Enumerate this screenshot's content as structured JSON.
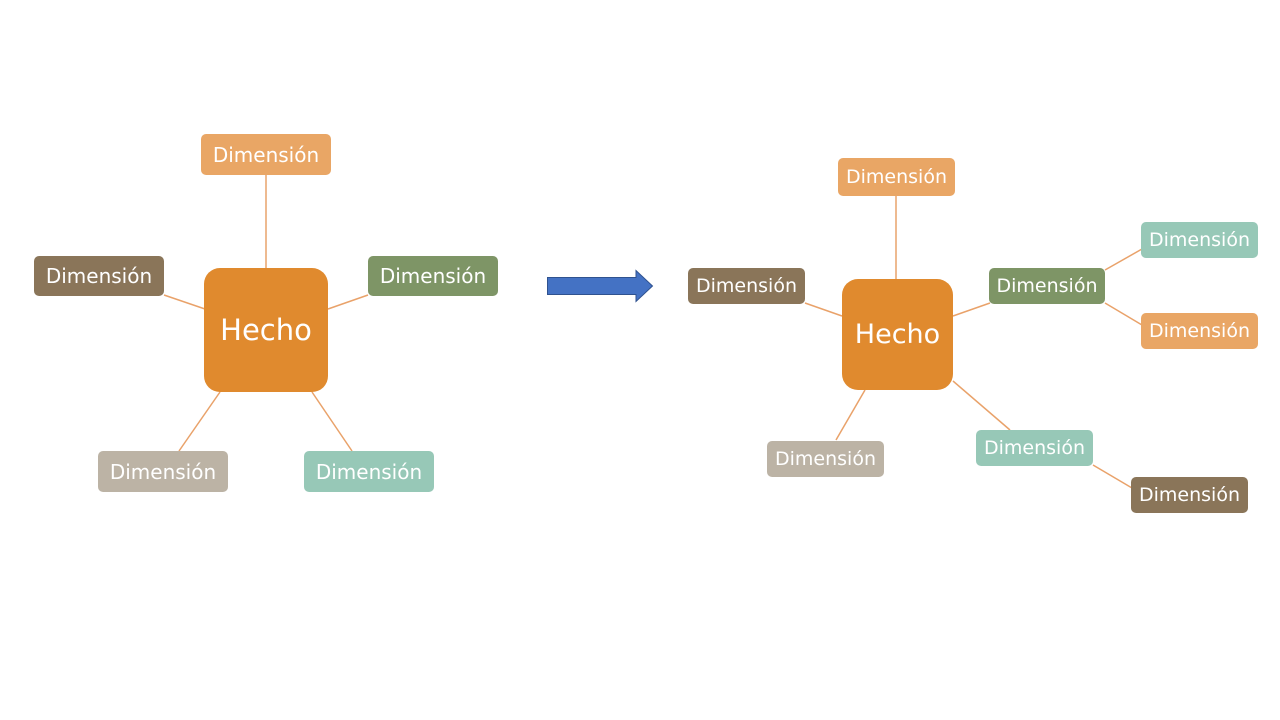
{
  "colors": {
    "hub": "#E08A2E",
    "orange": "#E9A665",
    "brown": "#8A7559",
    "green": "#7E9566",
    "grey": "#BCB3A5",
    "teal": "#97C8B7",
    "connector": "#E9A26A",
    "arrow_fill": "#4472C4",
    "arrow_stroke": "#2F528F"
  },
  "left_diagram": {
    "hub": {
      "label": "Hecho"
    },
    "dimensions": [
      {
        "label": "Dimensión",
        "color": "orange"
      },
      {
        "label": "Dimensión",
        "color": "brown"
      },
      {
        "label": "Dimensión",
        "color": "green"
      },
      {
        "label": "Dimensión",
        "color": "grey"
      },
      {
        "label": "Dimensión",
        "color": "teal"
      }
    ]
  },
  "arrow": {
    "direction": "right"
  },
  "right_diagram": {
    "hub": {
      "label": "Hecho"
    },
    "dimensions": [
      {
        "label": "Dimensión",
        "color": "orange"
      },
      {
        "label": "Dimensión",
        "color": "brown"
      },
      {
        "label": "Dimensión",
        "color": "green"
      },
      {
        "label": "Dimensión",
        "color": "grey"
      },
      {
        "label": "Dimensión",
        "color": "teal"
      }
    ],
    "sub_dimensions": [
      {
        "label": "Dimensión",
        "color": "teal",
        "parent": "green"
      },
      {
        "label": "Dimensión",
        "color": "orange",
        "parent": "green"
      },
      {
        "label": "Dimensión",
        "color": "brown",
        "parent": "teal"
      }
    ]
  }
}
